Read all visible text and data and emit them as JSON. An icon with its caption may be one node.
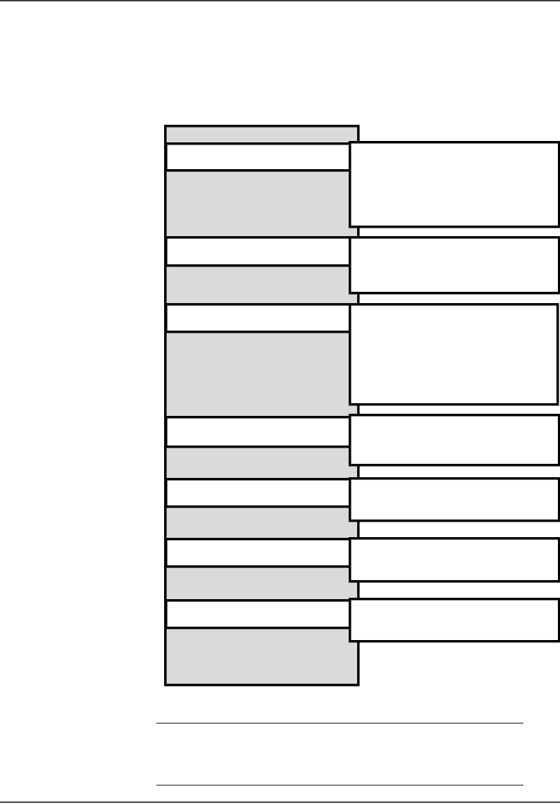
{
  "diagram": {
    "nodes": [
      {
        "text": [],
        "shape": "box"
      },
      {
        "text": [],
        "shape": "box",
        "in": 0
      },
      {
        "text": [],
        "shape": "box"
      },
      {
        "text": [],
        "shape": "box",
        "in": 0
      },
      {
        "text": [],
        "shape": "box"
      },
      {
        "text": [],
        "shape": "box",
        "in": 0
      },
      {
        "text": [],
        "shape": "box"
      },
      {
        "text": [],
        "shape": "box",
        "in": 0
      },
      {
        "text": [],
        "shape": "box"
      },
      {
        "text": [],
        "shape": "box",
        "in": 0
      },
      {
        "text": [],
        "shape": "box"
      },
      {
        "text": [],
        "shape": "box",
        "in": 0
      },
      {
        "text": [],
        "shape": "box"
      },
      {
        "text": [],
        "shape": "box",
        "in": 0
      },
      {
        "text": [],
        "shape": "box"
      }
    ]
  }
}
